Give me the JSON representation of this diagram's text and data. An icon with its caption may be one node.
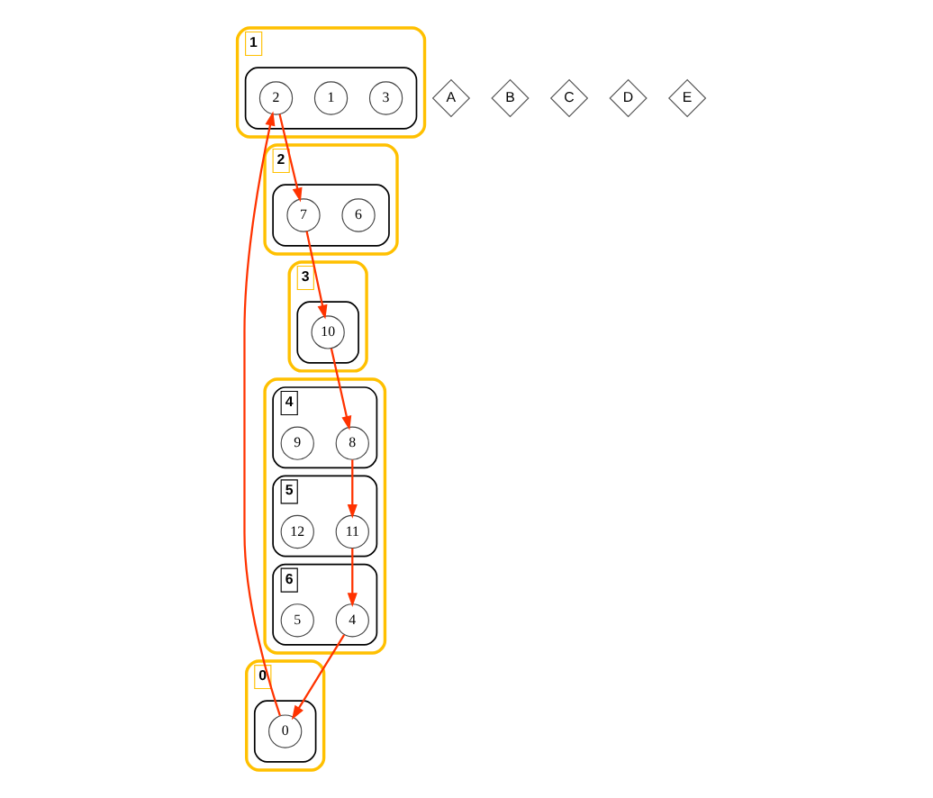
{
  "diagram": {
    "nodes": [
      {
        "text": [
          "0"
        ]
      },
      {
        "text": [],
        "shape": "ellipse",
        "in": 0
      },
      {
        "text": [
          "0"
        ],
        "in": 1
      },
      {
        "text": [
          "A"
        ]
      },
      {
        "text": [
          "1"
        ]
      },
      {
        "text": [],
        "shape": "ellipse",
        "in": 4
      },
      {
        "text": [
          "3"
        ],
        "in": 5
      },
      {
        "text": [
          "1"
        ],
        "in": 5
      },
      {
        "text": [
          "2"
        ],
        "in": 5
      },
      {
        "text": [
          "B"
        ]
      },
      {
        "text": [
          "2"
        ]
      },
      {
        "text": [],
        "shape": "ellipse",
        "in": 10
      },
      {
        "text": [
          "6"
        ],
        "in": 11
      },
      {
        "text": [
          "7"
        ],
        "in": 11
      },
      {
        "text": [
          "C"
        ]
      },
      {
        "text": [
          "3"
        ]
      },
      {
        "text": [],
        "shape": "ellipse",
        "in": 15
      },
      {
        "text": [
          "10"
        ],
        "in": 16
      },
      {
        "text": [
          "D"
        ]
      },
      {
        "text": [],
        "shape": "box"
      },
      {
        "text": [
          "6"
        ],
        "in": 19
      },
      {
        "text": [
          "4"
        ],
        "in": 20
      },
      {
        "text": [
          "5"
        ],
        "in": 20
      },
      {
        "text": [
          "4"
        ],
        "in": 19
      },
      {
        "text": [
          "8"
        ],
        "in": 23
      },
      {
        "text": [
          "9"
        ],
        "in": 23
      },
      {
        "text": [
          "5"
        ],
        "in": 19
      },
      {
        "text": [
          "11"
        ],
        "in": 26
      },
      {
        "text": [
          "12"
        ],
        "in": 26
      },
      {
        "text": [
          "E"
        ]
      }
    ],
    "edges": [
      {
        "from": 2,
        "to": 8,
        "arrow": "to"
      },
      {
        "from": 8,
        "to": 13,
        "arrow": "to"
      },
      {
        "from": 13,
        "to": 17,
        "arrow": "to"
      },
      {
        "from": 17,
        "to": 24,
        "arrow": "to"
      },
      {
        "from": 24,
        "to": 27,
        "arrow": "to"
      },
      {
        "from": 27,
        "to": 21,
        "arrow": "to"
      },
      {
        "from": 21,
        "to": 2,
        "arrow": "to"
      }
    ]
  }
}
